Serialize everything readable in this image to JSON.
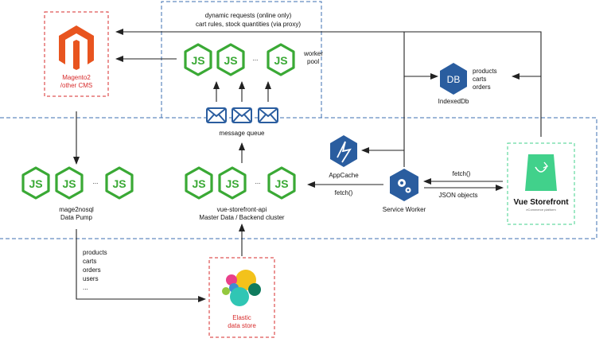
{
  "colors": {
    "node_green": "#3aa935",
    "magento_orange": "#e8541f",
    "red_label": "#d72b2b",
    "blue_dashed": "#3d6fb0",
    "dark_blue": "#2a5d9f",
    "vue_green": "#41d18b",
    "edge": "#222222"
  },
  "nodes": {
    "magento": {
      "label_line1": "Magento2",
      "label_line2": "/other CMS",
      "icon": "magento-logo"
    },
    "worker_pool": {
      "label_line1": "worker",
      "label_line2": "pool",
      "ellipsis": "..."
    },
    "message_queue": {
      "label": "message queue"
    },
    "indexeddb": {
      "icon_text": "DB",
      "label": "IndexedDb",
      "contents": [
        "products",
        "carts",
        "orders"
      ]
    },
    "appcache": {
      "label": "AppCache"
    },
    "service_worker": {
      "label": "Service Worker"
    },
    "vue_storefront": {
      "title": "Vue Storefront",
      "subtitle": "eCommerce platform"
    },
    "data_pump": {
      "label_line1": "mage2nosql",
      "label_line2": "Data Pump",
      "ellipsis": "..."
    },
    "api_cluster": {
      "label_line1": "vue-storefront-api",
      "label_line2": "Master Data / Backend cluster",
      "ellipsis": "..."
    },
    "elastic": {
      "label_line1": "Elastic",
      "label_line2": "data store"
    }
  },
  "edges": {
    "dynamic_requests_line1": "dynamic requests (online only)",
    "dynamic_requests_line2": "cart rules, stock quantities (via proxy)",
    "fetch_top": "fetch()",
    "json_objects": "JSON objects",
    "fetch_api": "fetch()",
    "pump_payload": [
      "products",
      "carts",
      "orders",
      "users",
      "..."
    ]
  },
  "node_icon_text": "JS"
}
